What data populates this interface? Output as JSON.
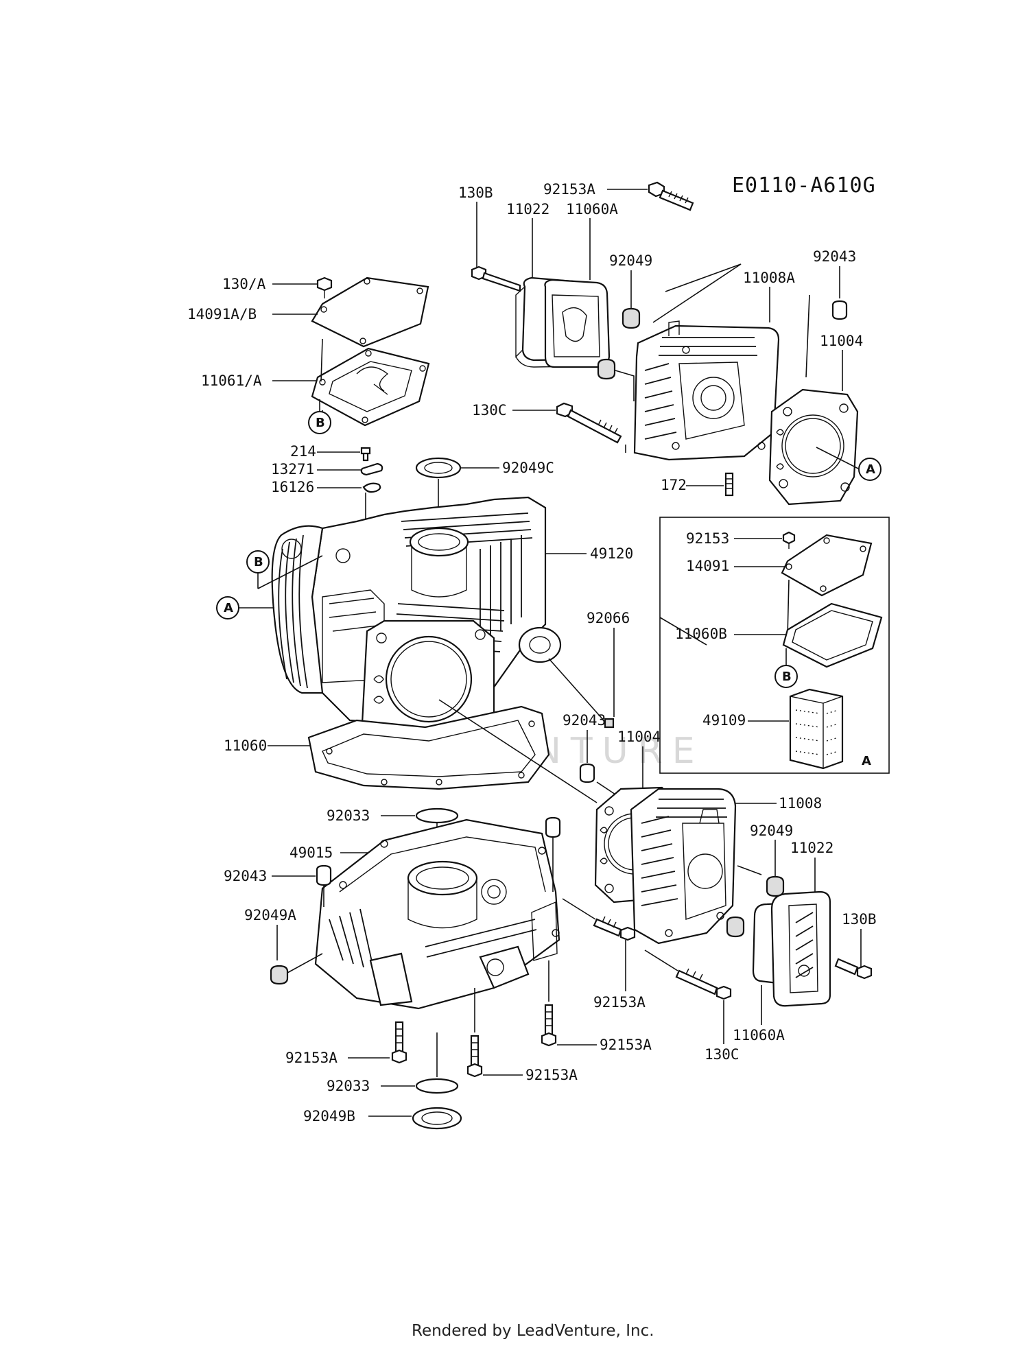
{
  "diagram_code": "E0110-A610G",
  "footer": "Rendered by LeadVenture, Inc.",
  "watermark": "LEADVENTURE",
  "callouts": {
    "a": "A",
    "b": "B"
  },
  "labels": {
    "l_130b_top": "130B",
    "l_92153a_top": "92153A",
    "l_11022_top": "11022",
    "l_11060a_top": "11060A",
    "l_92049_top": "92049",
    "l_92043_top": "92043",
    "l_11008a": "11008A",
    "l_11004_top": "11004",
    "l_130c_top": "130C",
    "l_172": "172",
    "l_130a": "130/A",
    "l_14091ab": "14091A/B",
    "l_11061a": "11061/A",
    "l_214": "214",
    "l_13271": "13271",
    "l_16126": "16126",
    "l_92049c": "92049C",
    "l_49120": "49120",
    "l_92066": "92066",
    "l_92153_box": "92153",
    "l_14091_box": "14091",
    "l_11060b_box": "11060B",
    "l_49109_box": "49109",
    "l_box_a": "A",
    "l_11060": "11060",
    "l_92043_mid": "92043",
    "l_11004_mid": "11004",
    "l_11008": "11008",
    "l_92049_mid": "92049",
    "l_11022_mid": "11022",
    "l_130b_mid": "130B",
    "l_92033_top": "92033",
    "l_49015": "49015",
    "l_92043_low": "92043",
    "l_92049a": "92049A",
    "l_92153a_mid": "92153A",
    "l_130c_low": "130C",
    "l_11060a_low": "11060A",
    "l_92153a_r": "92153A",
    "l_92153a_l": "92153A",
    "l_92153a_c": "92153A",
    "l_92033_low": "92033",
    "l_92049b": "92049B"
  }
}
